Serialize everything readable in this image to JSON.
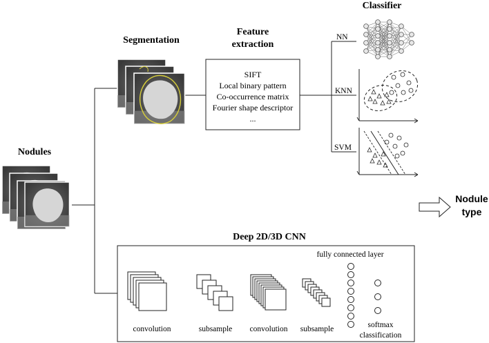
{
  "nodules": {
    "title": "Nodules"
  },
  "segmentation": {
    "title": "Segmentation"
  },
  "feature_extraction": {
    "title_line1": "Feature",
    "title_line2": "extraction",
    "items": [
      "SIFT",
      "Local binary pattern",
      "Co-occurrence matrix",
      "Fourier shape descriptor",
      "..."
    ]
  },
  "classifier": {
    "title": "Classifier",
    "branches": [
      "NN",
      "KNN",
      "SVM"
    ]
  },
  "output": {
    "line1": "Nodule",
    "line2": "type"
  },
  "cnn": {
    "title": "Deep 2D/3D CNN",
    "fc_label": "fully connected layer",
    "stage_labels": [
      "convolution",
      "subsample",
      "convolution",
      "subsample"
    ],
    "softmax_line1": "softmax",
    "softmax_line2": "classification"
  },
  "colors": {
    "line": "#222222",
    "contour": "#d8cf3a",
    "ct_bg": "#4a4a4a",
    "nodule": "#d6d6d6"
  }
}
